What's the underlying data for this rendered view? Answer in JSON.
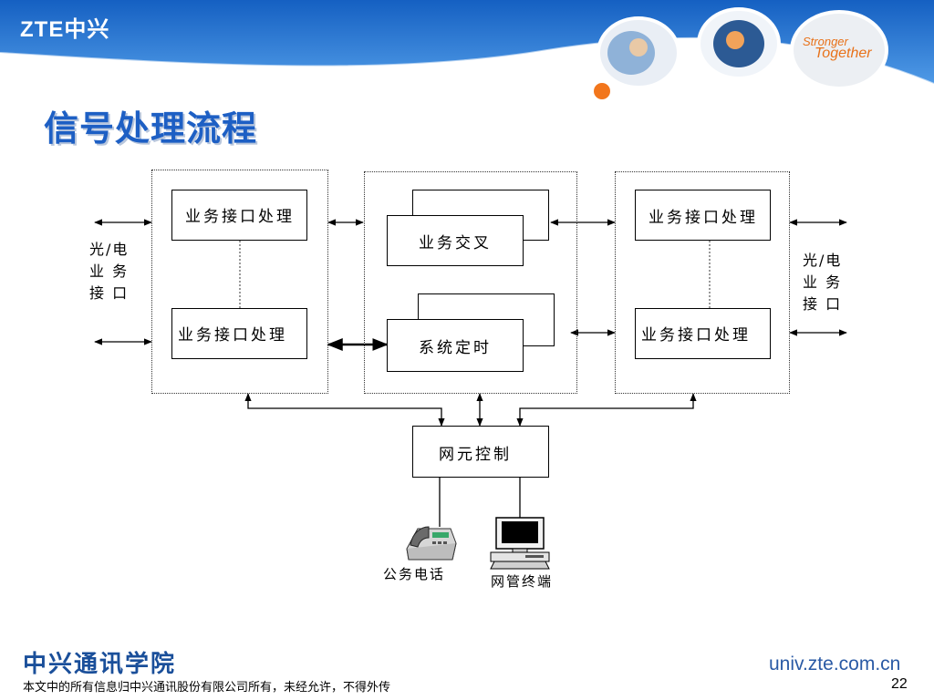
{
  "header": {
    "logo": "ZTE中兴",
    "slogan_line1": "Stronger",
    "slogan_line2": "Together",
    "colors": {
      "band": "#1e6fcc",
      "accent": "#e8721a"
    }
  },
  "slide": {
    "title": "信号处理流程",
    "page_number": "22"
  },
  "diagram": {
    "left_card": {
      "top": "业务接口处理",
      "bottom": "业务接口处理"
    },
    "center_card": {
      "cross": "业务交叉",
      "timing": "系统定时"
    },
    "right_card": {
      "top": "业务接口处理",
      "bottom": "业务接口处理"
    },
    "control": "网元控制",
    "left_interface": [
      "光/电",
      "业 务",
      "接 口"
    ],
    "right_interface": [
      "光/电",
      "业 务",
      "接 口"
    ],
    "phone_label": "公务电话",
    "terminal_label": "网管终端"
  },
  "footer": {
    "org": "中兴通讯学院",
    "note": "本文中的所有信息归中兴通讯股份有限公司所有，未经允许，不得外传",
    "site": "univ.zte.com.cn"
  }
}
